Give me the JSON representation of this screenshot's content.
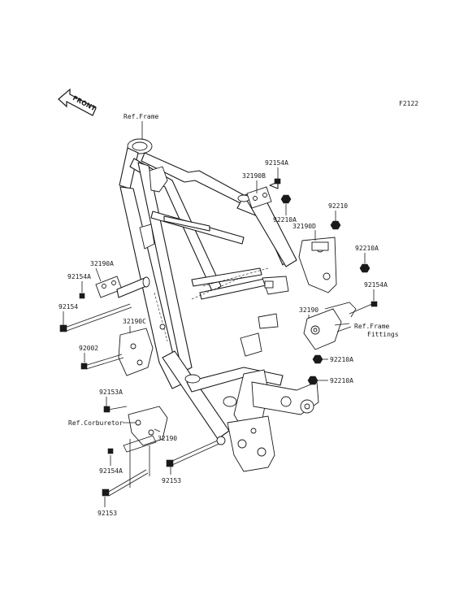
{
  "figure_code": "F2122",
  "front_label": "FRONT",
  "callouts": {
    "ref_frame": "Ref.Frame",
    "ref_frame_fittings_1": "Ref.Frame",
    "ref_frame_fittings_2": "Fittings",
    "ref_corburetor": "Ref.Corburetor",
    "p92154A_top": "92154A",
    "p32190B": "32190B",
    "p92210A_top": "92210A",
    "p92210": "92210",
    "p32190D": "32190D",
    "p92210A_right": "92210A",
    "p92154A_right": "92154A",
    "p32190": "32190",
    "p92210A_mid": "92210A",
    "p92210A_low": "92210A",
    "p32190A": "32190A",
    "p92154A_left": "92154A",
    "p92154": "92154",
    "p32190C": "32190C",
    "p92002": "92002",
    "p92153A": "92153A",
    "p32190_bottom": "32190",
    "p92154A_bottom": "92154A",
    "p92153_mid": "92153",
    "p92153_bottom": "92153"
  }
}
